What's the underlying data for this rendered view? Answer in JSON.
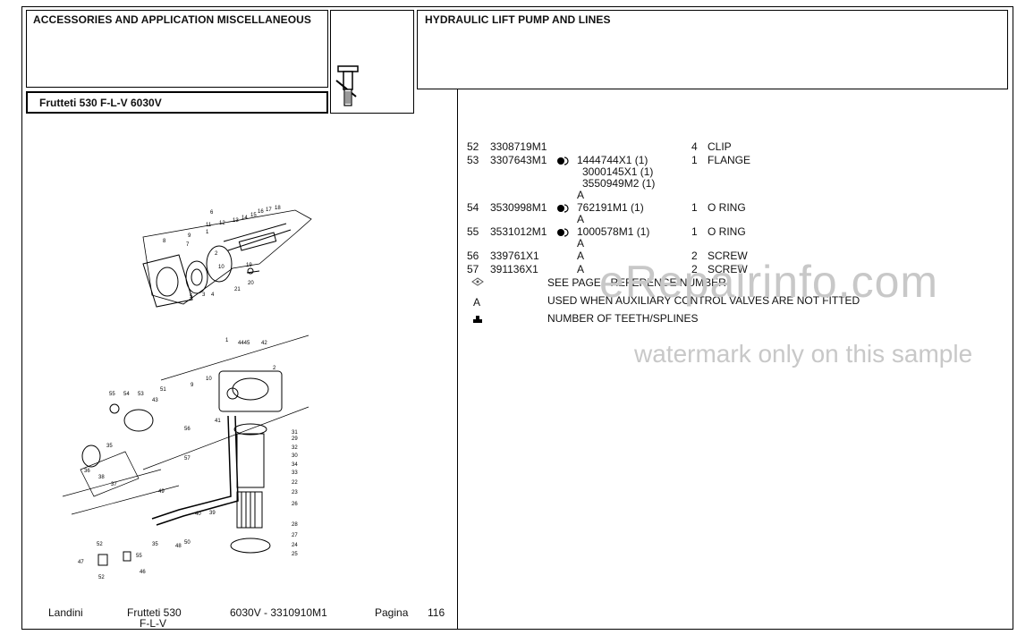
{
  "header": {
    "section_title": "ACCESSORIES AND APPLICATION MISCELLANEOUS",
    "model": "Frutteti 530 F-L-V  6030V",
    "group_title": "HYDRAULIC LIFT PUMP AND LINES"
  },
  "parts": [
    {
      "ref": "52",
      "part": "3308719M1",
      "alt": "",
      "qty": "4",
      "desc": "CLIP"
    },
    {
      "ref": "53",
      "part": "3307643M1",
      "alt": "1444744X1  (1)",
      "qty": "1",
      "desc": "FLANGE"
    },
    {
      "ref": "",
      "part": "",
      "alt": "3000145X1  (1)",
      "qty": "",
      "desc": ""
    },
    {
      "ref": "",
      "part": "",
      "alt": "3550949M2  (1)",
      "qty": "",
      "desc": ""
    },
    {
      "ref": "",
      "part": "",
      "alt": "A",
      "qty": "",
      "desc": ""
    },
    {
      "ref": "54",
      "part": "3530998M1",
      "alt": "762191M1  (1)",
      "qty": "1",
      "desc": "O RING"
    },
    {
      "ref": "",
      "part": "",
      "alt": "A",
      "qty": "",
      "desc": ""
    },
    {
      "ref": "55",
      "part": "3531012M1",
      "alt": "1000578M1  (1)",
      "qty": "1",
      "desc": "O RING"
    },
    {
      "ref": "",
      "part": "",
      "alt": "A",
      "qty": "",
      "desc": ""
    },
    {
      "ref": "56",
      "part": "339761X1",
      "alt": "A",
      "qty": "2",
      "desc": "SCREW"
    },
    {
      "ref": "57",
      "part": "391136X1",
      "alt": "A",
      "qty": "2",
      "desc": "SCREW"
    }
  ],
  "legend": [
    {
      "symbol": "",
      "text": "SEE PAGE - REFERENCE NUMBER"
    },
    {
      "symbol": "A",
      "text": "USED WHEN AUXILIARY CONTROL VALVES ARE NOT FITTED"
    },
    {
      "symbol": "",
      "text": "NUMBER OF TEETH/SPLINES"
    }
  ],
  "watermark": {
    "line1": "eRepairinfo.com",
    "line2": "watermark only on this sample"
  },
  "footer": {
    "brand": "Landini",
    "model_line1": "Frutteti 530",
    "model_line2": "F-L-V",
    "code": "6030V - 3310910M1",
    "page_label": "Pagina",
    "page_number": "116"
  },
  "diagram_labels": {
    "upper": [
      "6",
      "11",
      "12",
      "13",
      "15",
      "16",
      "17",
      "18",
      "14",
      "9",
      "7",
      "1",
      "8",
      "10",
      "5",
      "3",
      "4",
      "19",
      "20",
      "21",
      "2"
    ],
    "lower": [
      "1",
      "4445",
      "42",
      "2",
      "9",
      "10",
      "55",
      "54",
      "53",
      "43",
      "51",
      "41",
      "56",
      "57",
      "31",
      "29",
      "32",
      "30",
      "34",
      "33",
      "22",
      "23",
      "26",
      "35",
      "36",
      "38",
      "37",
      "49",
      "39",
      "40",
      "48",
      "50",
      "28",
      "27",
      "24",
      "25",
      "52",
      "47",
      "46",
      "55"
    ]
  },
  "icons": {
    "interchange_symbol": "reference-symbol-icon",
    "teeth_symbol": "teeth-splines-icon",
    "part_icon": "hydraulic-pump-icon"
  }
}
